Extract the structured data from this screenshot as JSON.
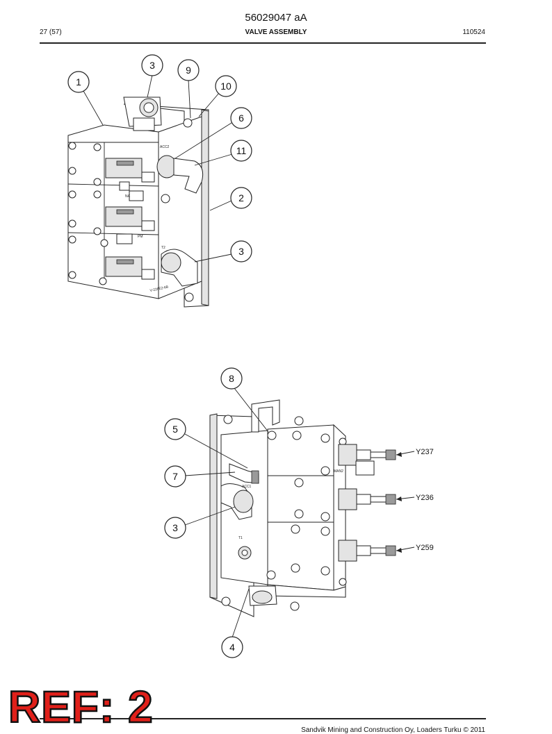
{
  "header": {
    "document_number": "56029047 aA",
    "page_counter": "27 (57)",
    "section_title": "VALVE ASSEMBLY",
    "date_code": "110524"
  },
  "figure_top": {
    "callouts": [
      "1",
      "3",
      "9",
      "10",
      "6",
      "11",
      "2",
      "3"
    ],
    "part_markings": [
      "ACC2",
      "NA",
      "PM",
      "T2",
      "V-226E2-6B"
    ]
  },
  "figure_bottom": {
    "callouts": [
      "8",
      "5",
      "7",
      "3",
      "4"
    ],
    "signals": [
      "Y237",
      "Y236",
      "Y259"
    ],
    "part_markings": [
      "MAN2",
      "ACC1",
      "T1"
    ]
  },
  "stamp": "REF: 2",
  "footer": {
    "copyright": "Sandvik Mining and Construction Oy, Loaders Turku © 2011"
  }
}
